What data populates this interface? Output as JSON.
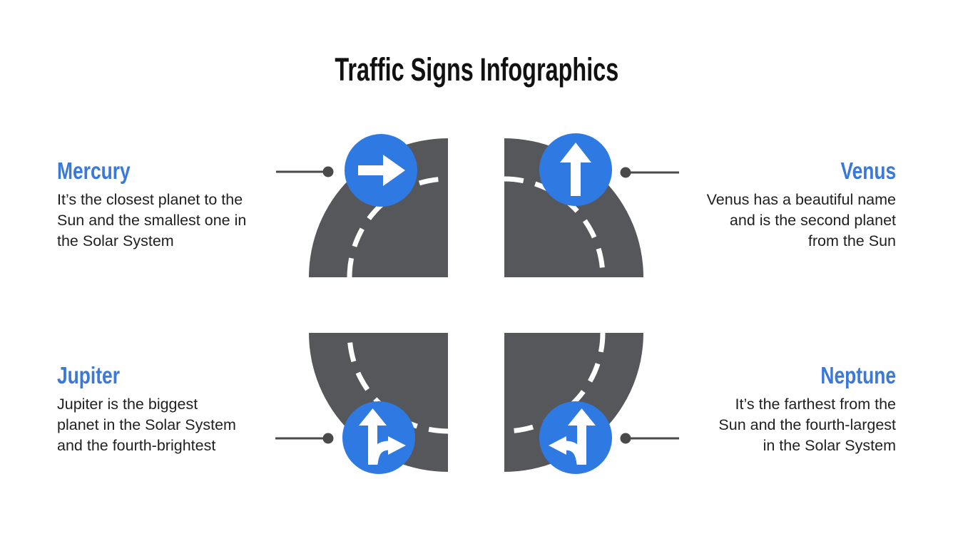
{
  "title": "Traffic Signs Infographics",
  "colors": {
    "accent_blue": "#2E79E2",
    "heading_blue": "#3A78D9",
    "road_gray": "#56575B",
    "connector_gray": "#4A4A4A",
    "text_dark": "#1F1F1F",
    "title_black": "#111111",
    "background": "#FFFFFF"
  },
  "sections": {
    "mercury": {
      "title": "Mercury",
      "description": "It’s the closest planet to the\nSun and the smallest one in\nthe Solar System",
      "icon": "right-arrow-sign-icon"
    },
    "venus": {
      "title": "Venus",
      "description": "Venus has a beautiful name\nand is the second planet\nfrom the Sun",
      "icon": "up-arrow-sign-icon"
    },
    "jupiter": {
      "title": "Jupiter",
      "description": "Jupiter is the biggest\nplanet in the Solar System\nand the fourth-brightest",
      "icon": "straight-or-right-arrow-sign-icon"
    },
    "neptune": {
      "title": "Neptune",
      "description": "It’s the farthest from the\nSun and the fourth-largest\nin the Solar System",
      "icon": "straight-or-left-arrow-sign-icon"
    }
  }
}
